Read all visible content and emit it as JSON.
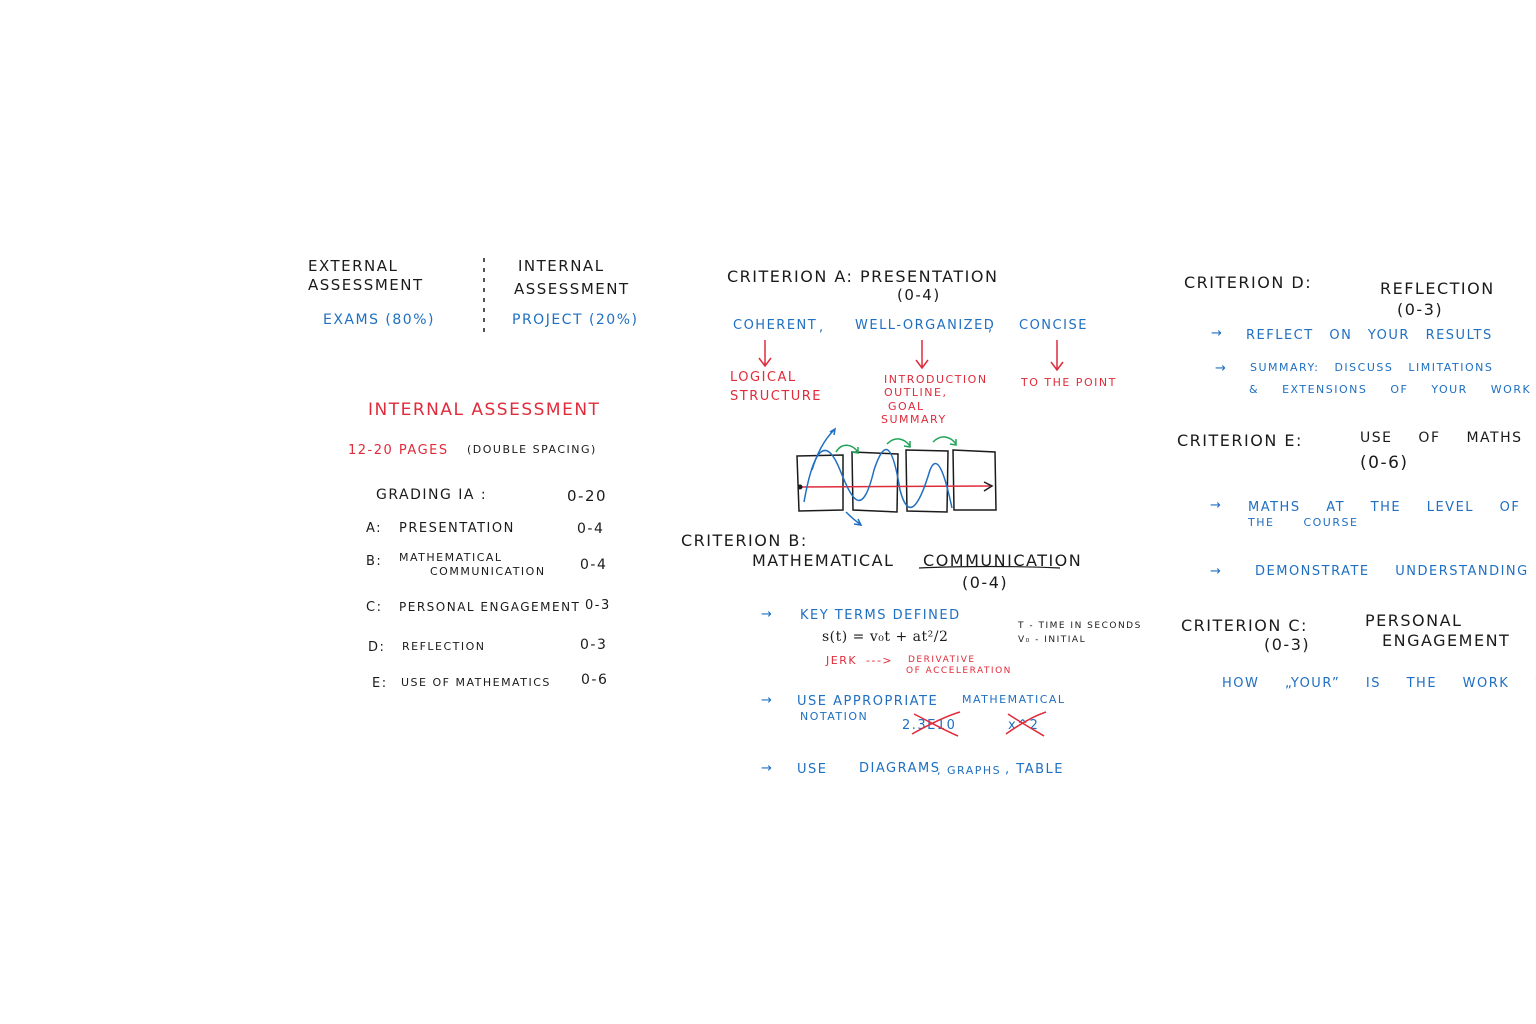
{
  "overview": {
    "external_title": "External",
    "external_title2": "Assessment",
    "external_detail": "Exams (80%)",
    "internal_title": "Internal",
    "internal_title2": "Assessment",
    "internal_detail": "Project (20%)"
  },
  "ia": {
    "heading": "Internal Assessment",
    "pages": "12-20 pages",
    "spacing": "(double spacing)",
    "grading_label": "Grading IA :",
    "grading_range": "0-20",
    "criteria": [
      {
        "letter": "A:",
        "name": "Presentation",
        "range": "0-4"
      },
      {
        "letter": "B:",
        "name": "Mathematical",
        "name2": "Communication",
        "range": "0-4"
      },
      {
        "letter": "C:",
        "name": "Personal Engagement",
        "range": "0-3"
      },
      {
        "letter": "D:",
        "name": "Reflection",
        "range": "0-3"
      },
      {
        "letter": "E:",
        "name": "Use of Mathematics",
        "range": "0-6"
      }
    ]
  },
  "crit_a": {
    "title": "Criterion A: Presentation",
    "range": "(0-4)",
    "words": [
      "Coherent",
      ",",
      "Well-organized",
      ",",
      "Concise"
    ],
    "notes": {
      "logical": "Logical",
      "logical2": "Structure",
      "intro": "Introduction",
      "intro2": "Outline,",
      "intro3": "Goal",
      "intro4": "Summary",
      "point": "To the point"
    }
  },
  "crit_b": {
    "title": "Criterion B:",
    "title2": "Mathematical Communication",
    "range": "(0-4)",
    "item1": "Key terms defined",
    "formula": "s(t) = v₀t + at²/2",
    "def_t": "t - time in seconds",
    "def_v": "v₀ - initial",
    "jerk": "Jerk",
    "jerk_arrow": "--->",
    "jerk_def": "derivative",
    "jerk_def2": "of acceleration",
    "item2a": "Use appropriate",
    "item2b": "mathematical",
    "item2c": "notation",
    "bad1": "2.3E10",
    "bad2": "x^2",
    "item3a": "Use",
    "item3b": "diagrams",
    "item3c": ", graphs",
    "item3d": ", table"
  },
  "crit_d": {
    "title": "Criterion D:",
    "title2": "Reflection",
    "range": "(0-3)",
    "item1": "Reflect on your results",
    "item2a": "Summary: discuss limitations",
    "item2b": "& extensions of your work"
  },
  "crit_e": {
    "title": "Criterion E:",
    "title2": "Use of Maths",
    "range": "(0-6)",
    "item1a": "Maths at the level of",
    "item1b": "the course",
    "item2": "Demonstrate understanding"
  },
  "crit_c": {
    "title": "Criterion C:",
    "title2": "Personal",
    "title3": "Engagement",
    "range": "(0-3)",
    "question": "How „your” is the work ?"
  }
}
